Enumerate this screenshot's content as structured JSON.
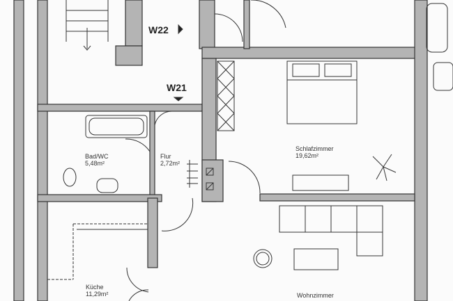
{
  "markers": {
    "w22": "W22",
    "w21": "W21"
  },
  "rooms": [
    {
      "name": "Bad/WC",
      "area": "5,48m²"
    },
    {
      "name": "Flur",
      "area": "2,72m²"
    },
    {
      "name": "Schlafzimmer",
      "area": "19,62m²"
    },
    {
      "name": "Küche",
      "area": "11,29m²"
    },
    {
      "name": "Wohnzimmer",
      "area": ""
    }
  ],
  "colors": {
    "wall": "#b4b4b4",
    "line": "#333333"
  }
}
